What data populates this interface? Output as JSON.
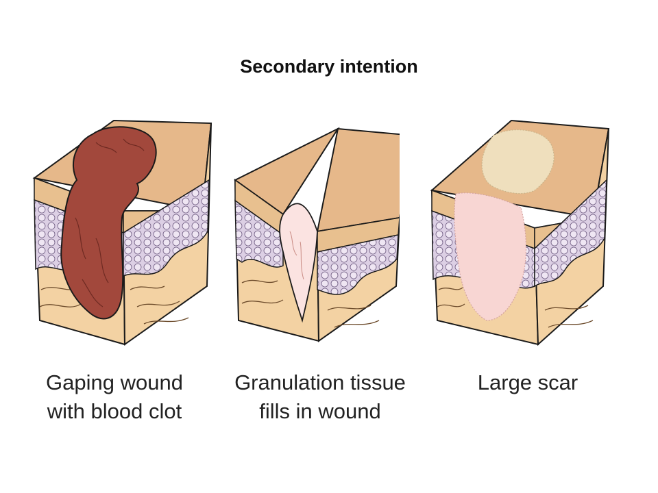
{
  "title": "Secondary intention",
  "panels": [
    {
      "caption": [
        "Gaping wound",
        "with blood clot"
      ]
    },
    {
      "caption": [
        "Granulation tissue",
        "fills in wound"
      ]
    },
    {
      "caption": [
        "Large scar"
      ]
    }
  ],
  "colors": {
    "skin_top": "#e6b88a",
    "skin_side": "#f3d2a3",
    "epidermis": "#e8c08f",
    "cells": "#d9cce2",
    "blood_clot": "#a2483c",
    "granulation": "#fbe3e1",
    "scar_pink": "#f8d6d3",
    "scar_cream": "#efdfbd",
    "outline": "#1a1a1a"
  }
}
